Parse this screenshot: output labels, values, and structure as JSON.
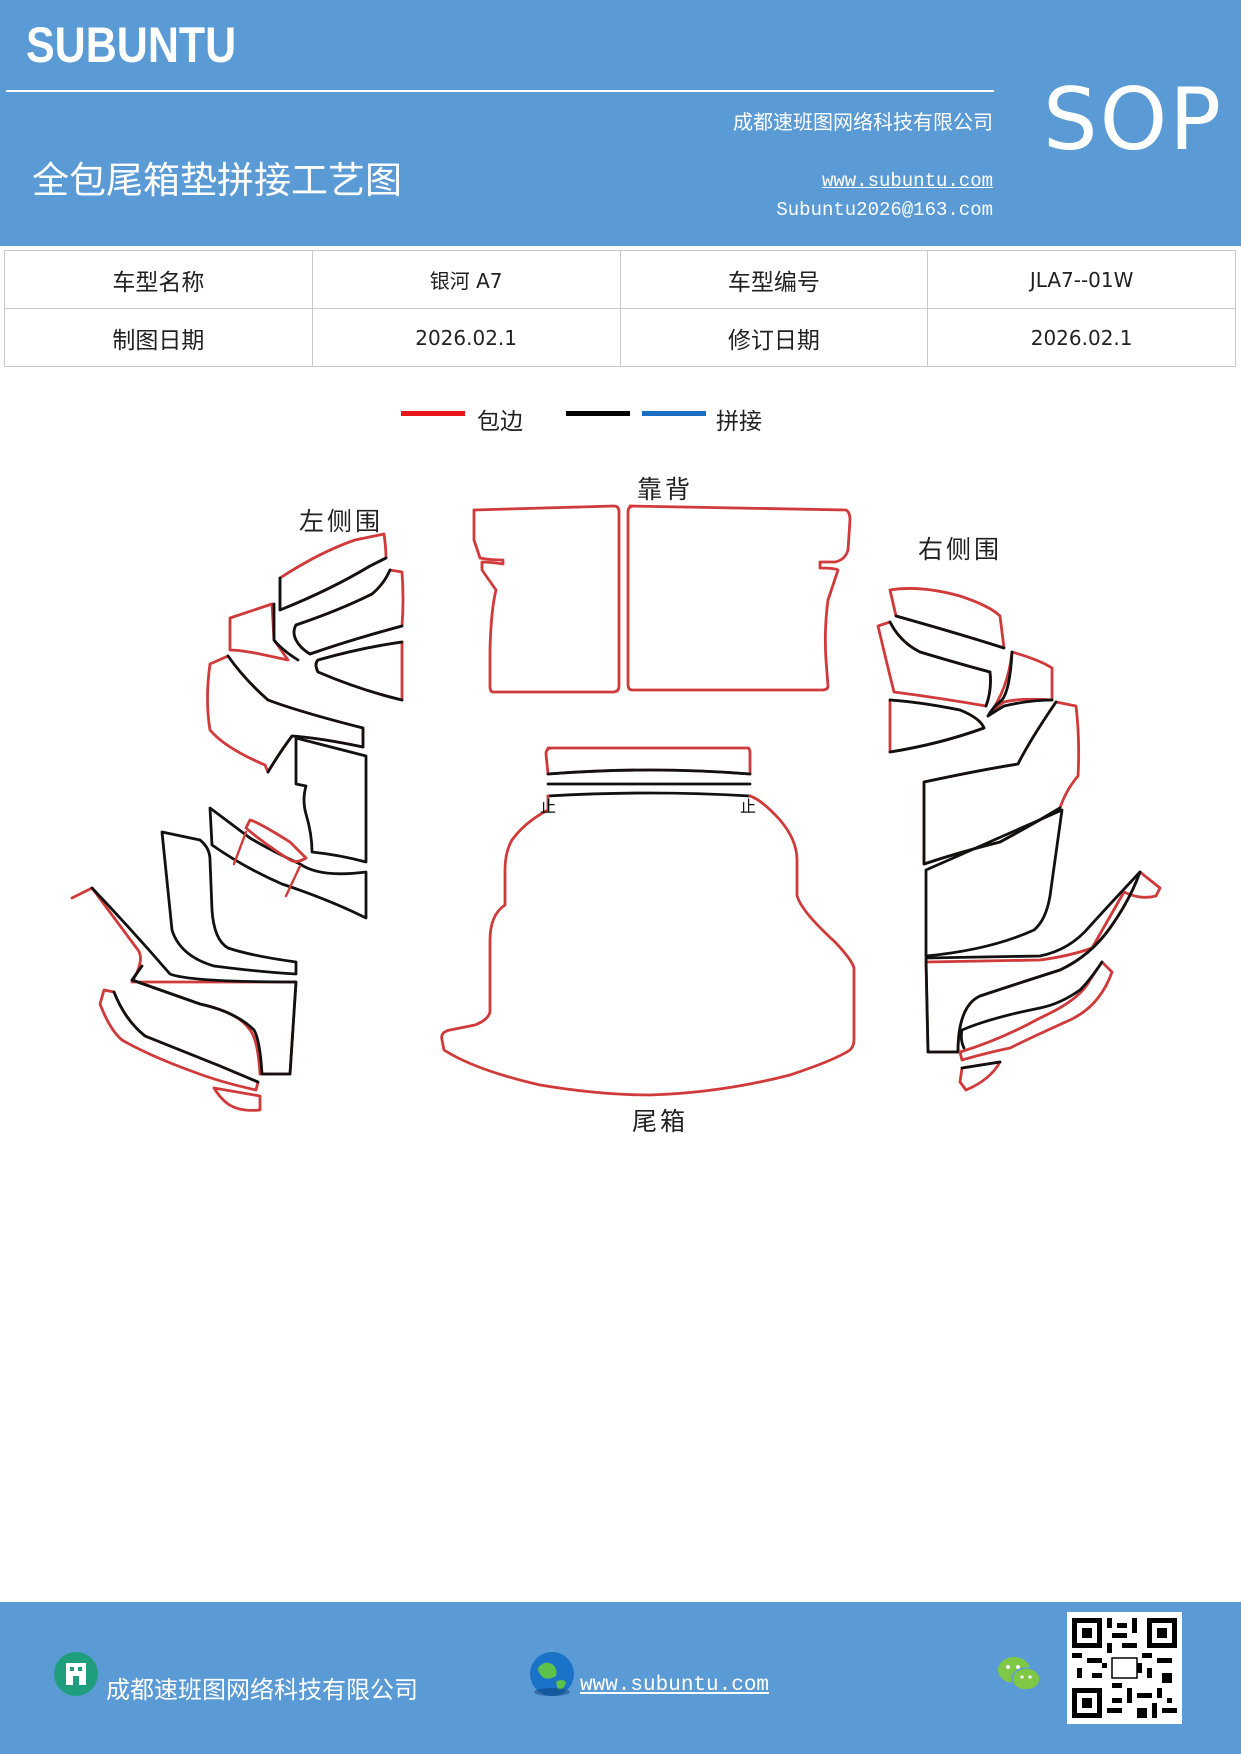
{
  "header": {
    "brand": "SUBUNTU",
    "company": "成都速班图网络科技有限公司",
    "title": "全包尾箱垫拼接工艺图",
    "website": "www.subuntu.com",
    "email": "Subuntu2026@163.com",
    "badge": "SOP"
  },
  "info": {
    "model_name_label": "车型名称",
    "model_name_value": "银河 A7",
    "model_code_label": "车型编号",
    "model_code_value": "JLA7--01W",
    "draw_date_label": "制图日期",
    "draw_date_value": "2026.02.1",
    "revise_date_label": "修订日期",
    "revise_date_value": "2026.02.1"
  },
  "legend": {
    "edge_label": "包边",
    "splice_label": "拼接",
    "edge_color": "#e8151b",
    "black_color": "#000000",
    "splice_color": "#1a6fc4"
  },
  "parts": {
    "left_side": "左侧围",
    "backrest": "靠背",
    "right_side": "右侧围",
    "trunk": "尾箱",
    "marker": "止"
  },
  "footer": {
    "company": "成都速班图网络科技有限公司",
    "website": "www.subuntu.com"
  }
}
